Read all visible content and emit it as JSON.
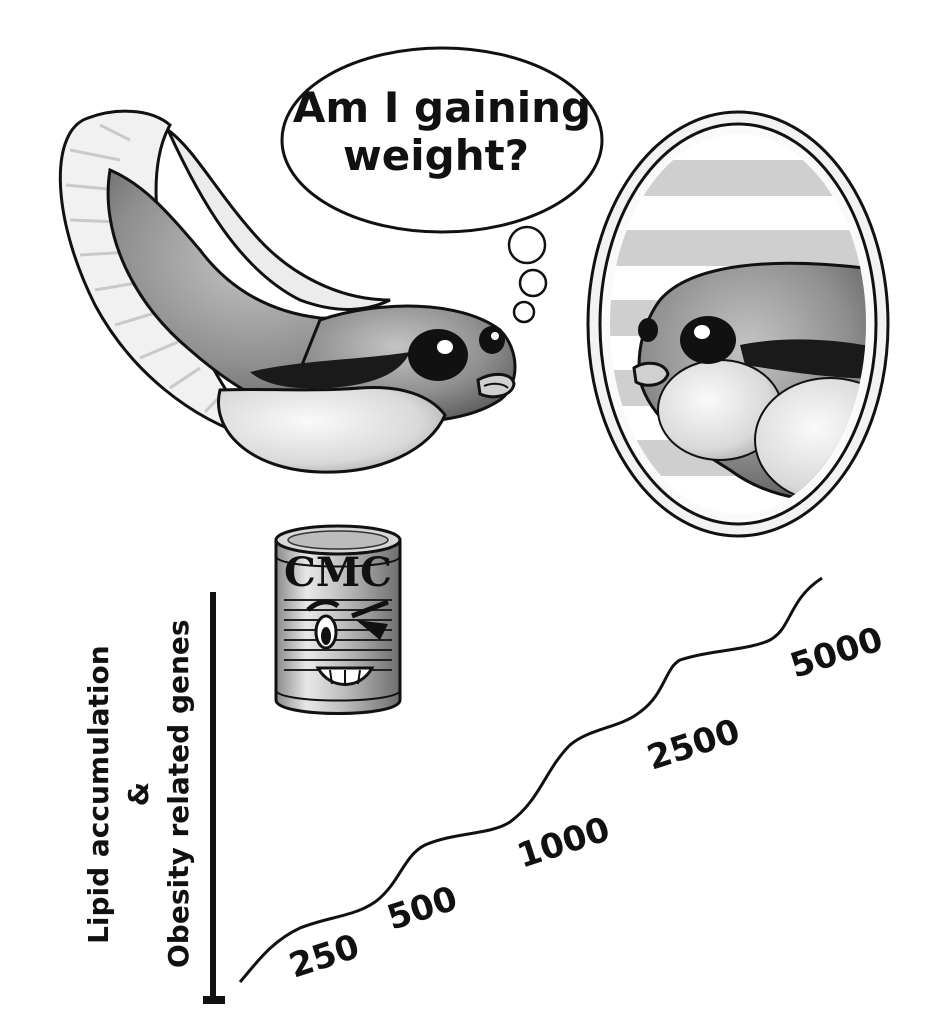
{
  "thought": {
    "line1": "Am I gaining",
    "line2": "weight?"
  },
  "can": {
    "label": "CMC"
  },
  "axis": {
    "line1": "Lipid accumulation",
    "line2": "&",
    "line3": "Obesity related genes"
  },
  "doses": [
    "250",
    "500",
    "1000",
    "2500",
    "5000"
  ],
  "colors": {
    "ink": "#111111",
    "fish_body": "#8c8c8c",
    "belly": "#e6e6e6",
    "mirror_stripe": "#cfcfcf"
  }
}
